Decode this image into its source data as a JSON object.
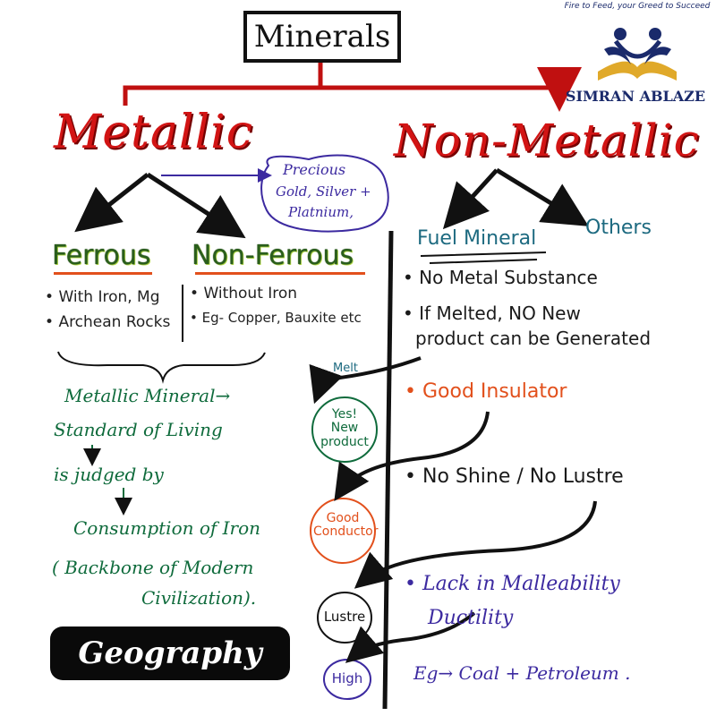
{
  "title": "Minerals",
  "logo": {
    "tagline": "Fire to Feed, your Greed to Succeed",
    "name": "SIMRAN ABLAZE"
  },
  "metallic": {
    "heading": "Metallic",
    "precious": [
      "Precious",
      "Gold, Silver +",
      "Platnium,"
    ],
    "ferrous": {
      "heading": "Ferrous",
      "points": [
        "With Iron, Mg",
        "Archean Rocks"
      ]
    },
    "non_ferrous": {
      "heading": "Non-Ferrous",
      "points": [
        "Without Iron",
        "Eg- Copper, Bauxite etc"
      ]
    },
    "note": [
      "Metallic Mineral→",
      "Standard of Living",
      "is judged by",
      "Consumption of Iron",
      "( Backbone of Modern",
      "Civilization)."
    ]
  },
  "non_metallic": {
    "heading": "Non-Metallic",
    "sub1": "Fuel Mineral",
    "sub2": "Others",
    "points": [
      "No Metal Substance",
      "If Melted, NO New",
      "product can be Generated",
      "Good Insulator",
      "No Shine / No Lustre",
      "Lack in Malleability",
      "Ductility",
      "Eg→ Coal + Petroleum ."
    ]
  },
  "contrasts": {
    "melt": "Melt",
    "new_product": "Yes! New product",
    "conductor": "Good Conductor",
    "lustre": "Lustre",
    "high": "High"
  },
  "badge": "Geography",
  "colors": {
    "red": "#d21414",
    "green": "#2a5e1c",
    "purple": "#3c2aa0",
    "teal": "#1d6a80",
    "dark_green": "#0f6b3c",
    "orange": "#e2501c",
    "logo_blue": "#1a2a6b",
    "logo_gold": "#e0a92a"
  }
}
